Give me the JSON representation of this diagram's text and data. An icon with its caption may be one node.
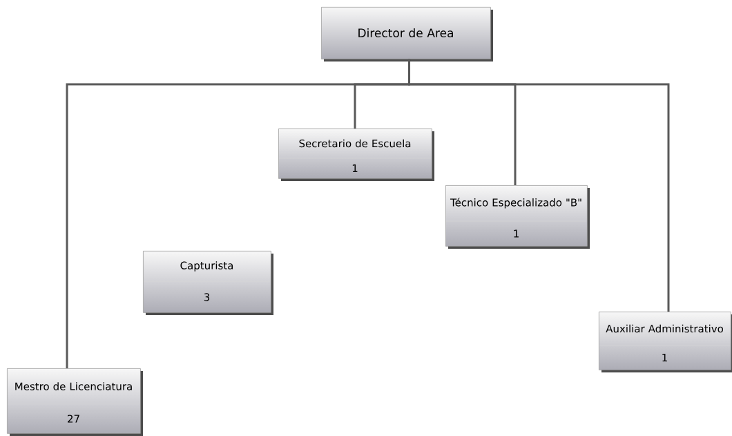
{
  "diagram": {
    "nodes": [
      {
        "text": [
          "Director de Area"
        ]
      },
      {
        "text": [
          "Secretario de Escuela",
          "1"
        ]
      },
      {
        "text": [
          "Técnico Especializado \"B\"",
          "1"
        ]
      },
      {
        "text": [
          "Capturista",
          "3"
        ]
      },
      {
        "text": [
          "Auxiliar Administrativo",
          "1"
        ]
      },
      {
        "text": [
          "Mestro de Licenciatura",
          "27"
        ]
      }
    ],
    "edges": [
      {
        "from": 0,
        "to": 5,
        "arrow": "none"
      },
      {
        "from": 0,
        "to": 1,
        "arrow": "none"
      },
      {
        "from": 0,
        "to": 2,
        "arrow": "none"
      },
      {
        "from": 0,
        "to": 4,
        "arrow": "none"
      }
    ]
  }
}
